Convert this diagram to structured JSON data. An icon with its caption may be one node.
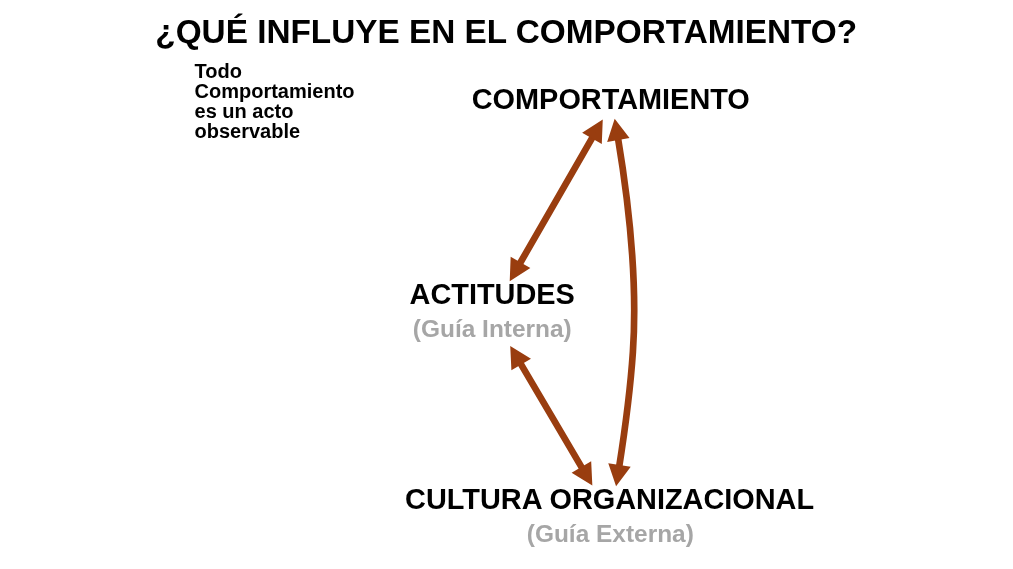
{
  "diagram": {
    "title": "¿QUÉ INFLUYE EN EL COMPORTAMIENTO?",
    "nodes": [
      {
        "text": [
          "COMPORTAMIENTO"
        ]
      },
      {
        "text": [
          "ACTITUDES",
          "(Guía Interna)"
        ]
      },
      {
        "text": [
          "CULTURA ORGANIZACIONAL",
          "(Guía Externa)"
        ]
      }
    ],
    "edges": [
      {
        "from": 0,
        "to": 1,
        "arrow": "both"
      },
      {
        "from": 0,
        "to": 2,
        "arrow": "both"
      },
      {
        "from": 1,
        "to": 2,
        "arrow": "both"
      }
    ],
    "labels": [
      "Todo Comportamiento es un acto observable"
    ]
  }
}
